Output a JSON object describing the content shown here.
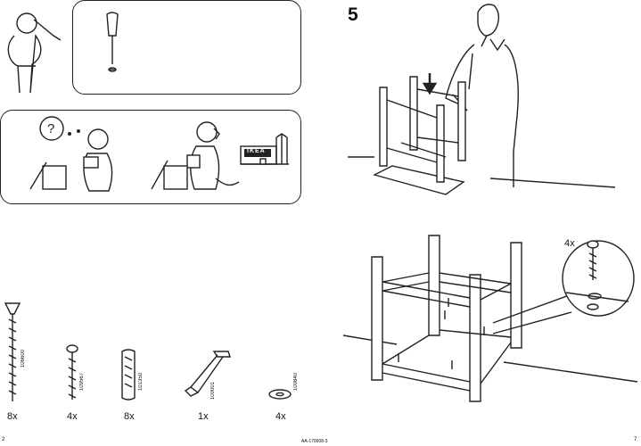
{
  "left_page": {
    "page_number": "2",
    "parts": [
      {
        "count": "8x",
        "part_no": "106600",
        "icon": "long-screw-icon"
      },
      {
        "count": "4x",
        "part_no": "109567",
        "icon": "short-screw-icon"
      },
      {
        "count": "8x",
        "part_no": "101350",
        "icon": "wooden-dowel-icon"
      },
      {
        "count": "1x",
        "part_no": "100001",
        "icon": "allen-key-icon"
      },
      {
        "count": "4x",
        "part_no": "100840",
        "icon": "washer-icon"
      }
    ]
  },
  "right_page": {
    "step_number": "5",
    "page_number": "7",
    "doc_code": "AA-179908-3",
    "callout_count": "4x",
    "store_sign": "IKEA"
  }
}
